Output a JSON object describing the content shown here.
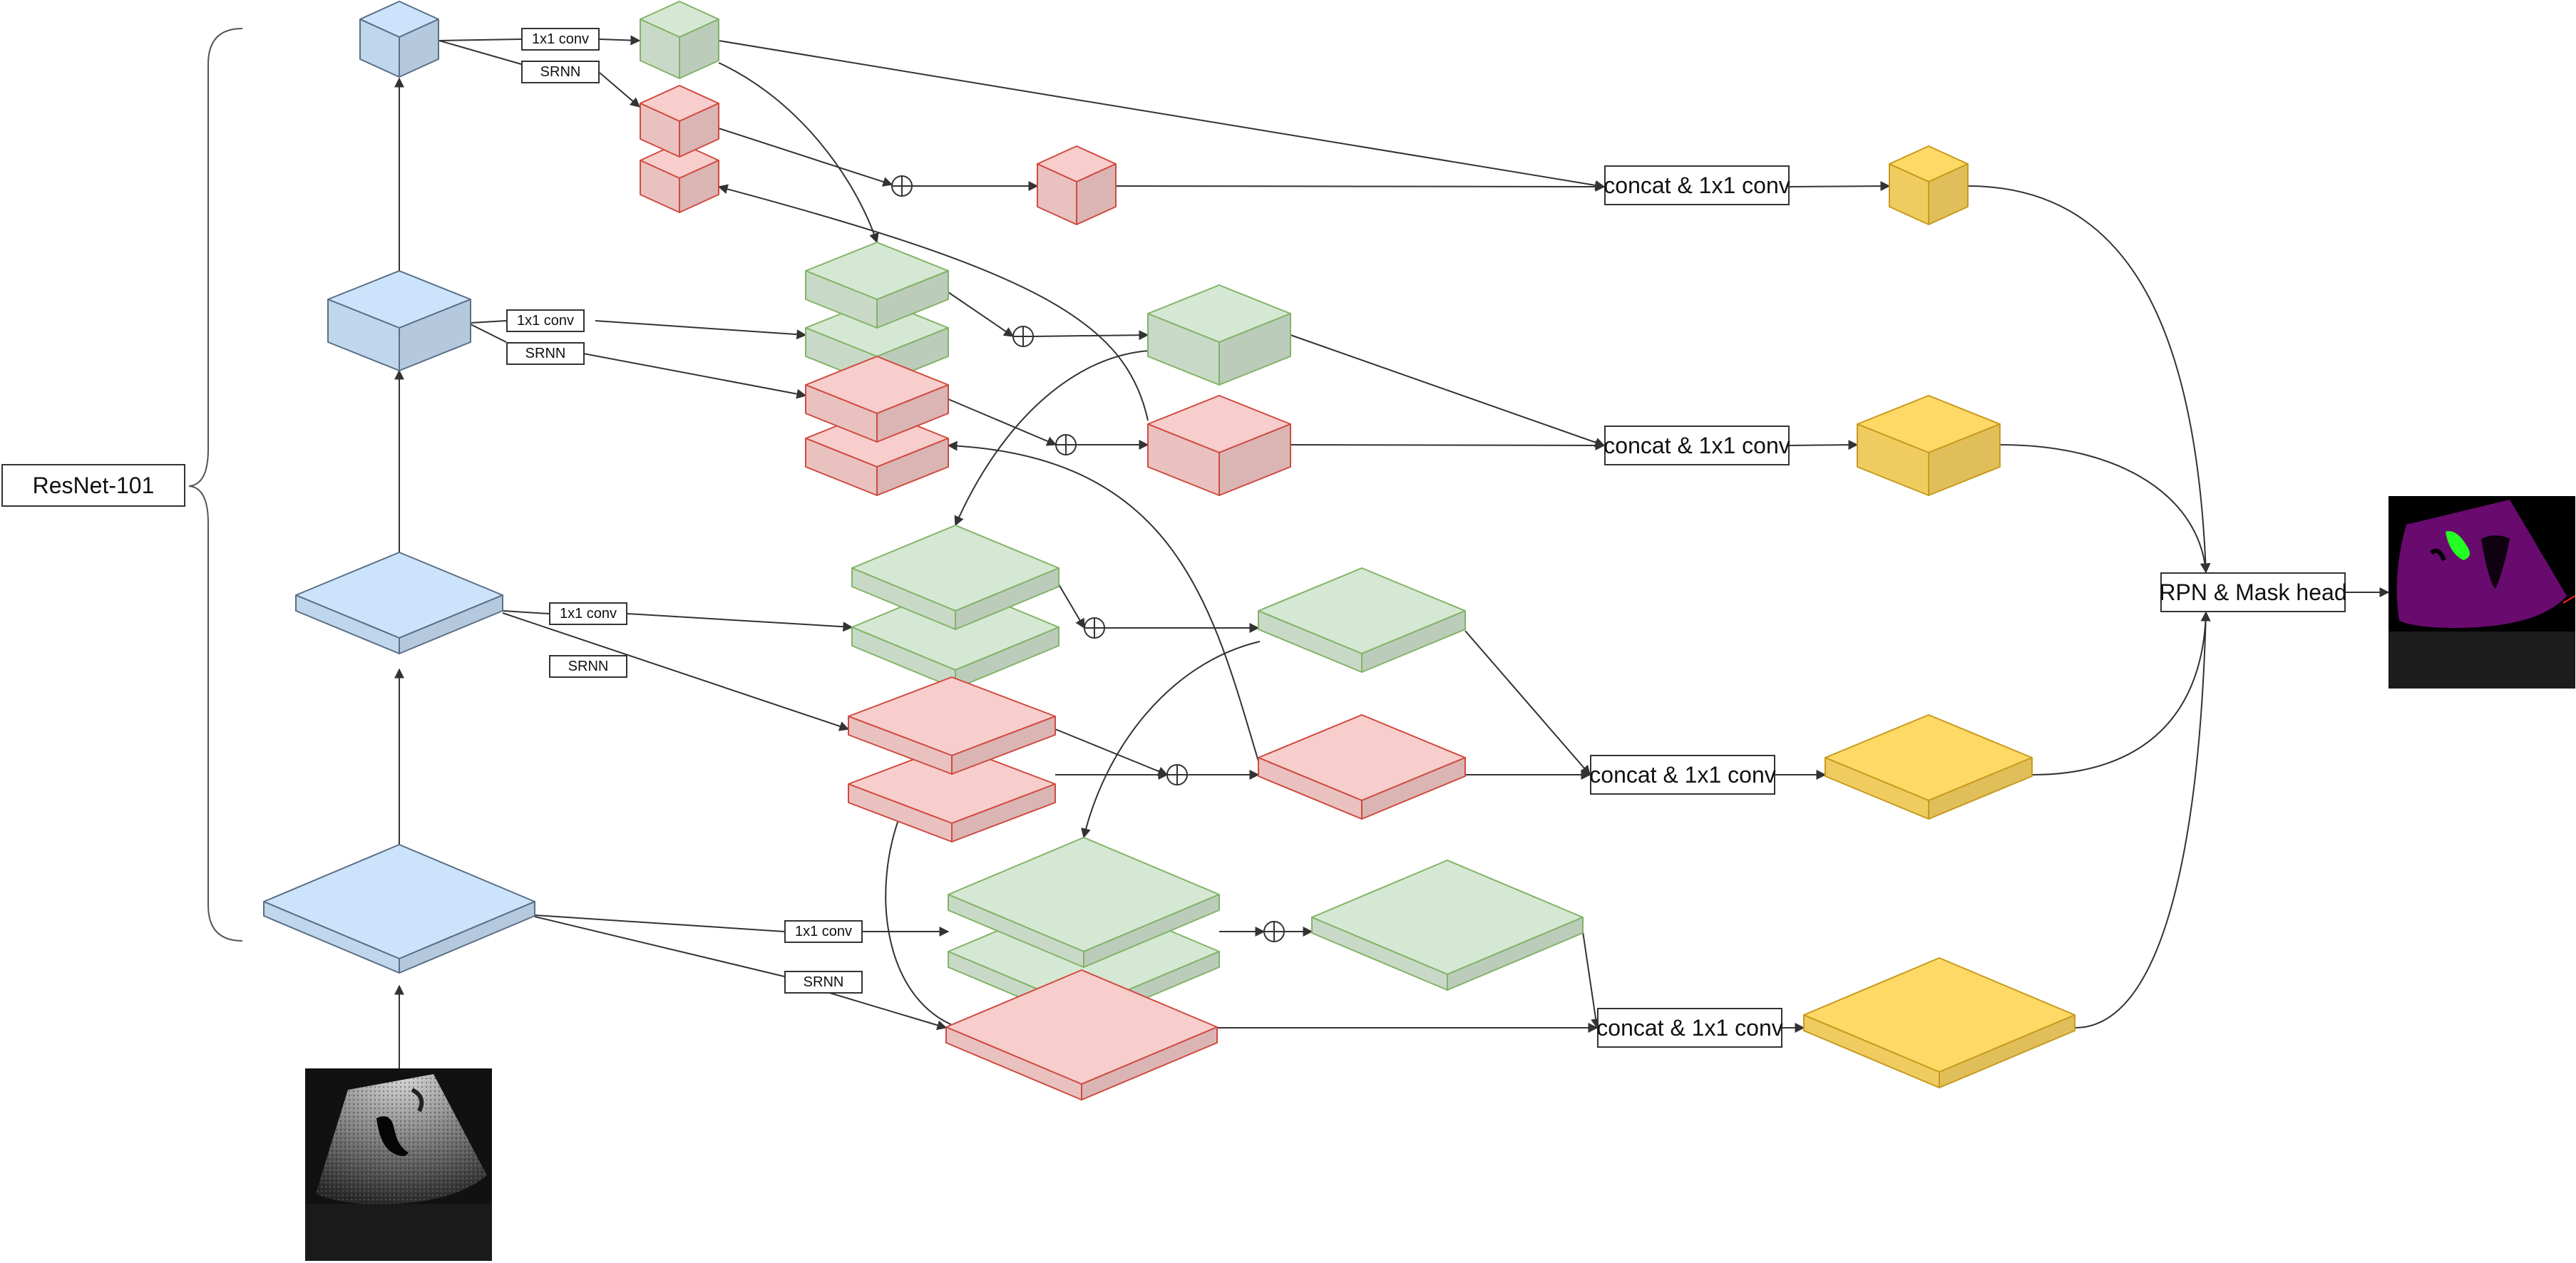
{
  "backbone": {
    "label": "ResNet-101"
  },
  "op_labels": {
    "conv1x1": "1x1 conv",
    "srnn": "SRNN",
    "concat": "concat & 1x1 conv",
    "head": "RPN & Mask head"
  },
  "colors": {
    "backbone_face": "#cce4fb",
    "backbone_stroke": "#5a6f86",
    "conv_face": "#d5e8d4",
    "conv_stroke": "#82b366",
    "srnn_face": "#f8cecc",
    "srnn_stroke": "#d04a40",
    "output_face": "#ffd966",
    "output_stroke": "#c79a1d",
    "edge": "#333333",
    "mask_background": "#680a6e",
    "mask_highlight": "#22ff22"
  },
  "images": {
    "input": "ultrasound-scan-image",
    "output": "segmentation-mask-image"
  }
}
